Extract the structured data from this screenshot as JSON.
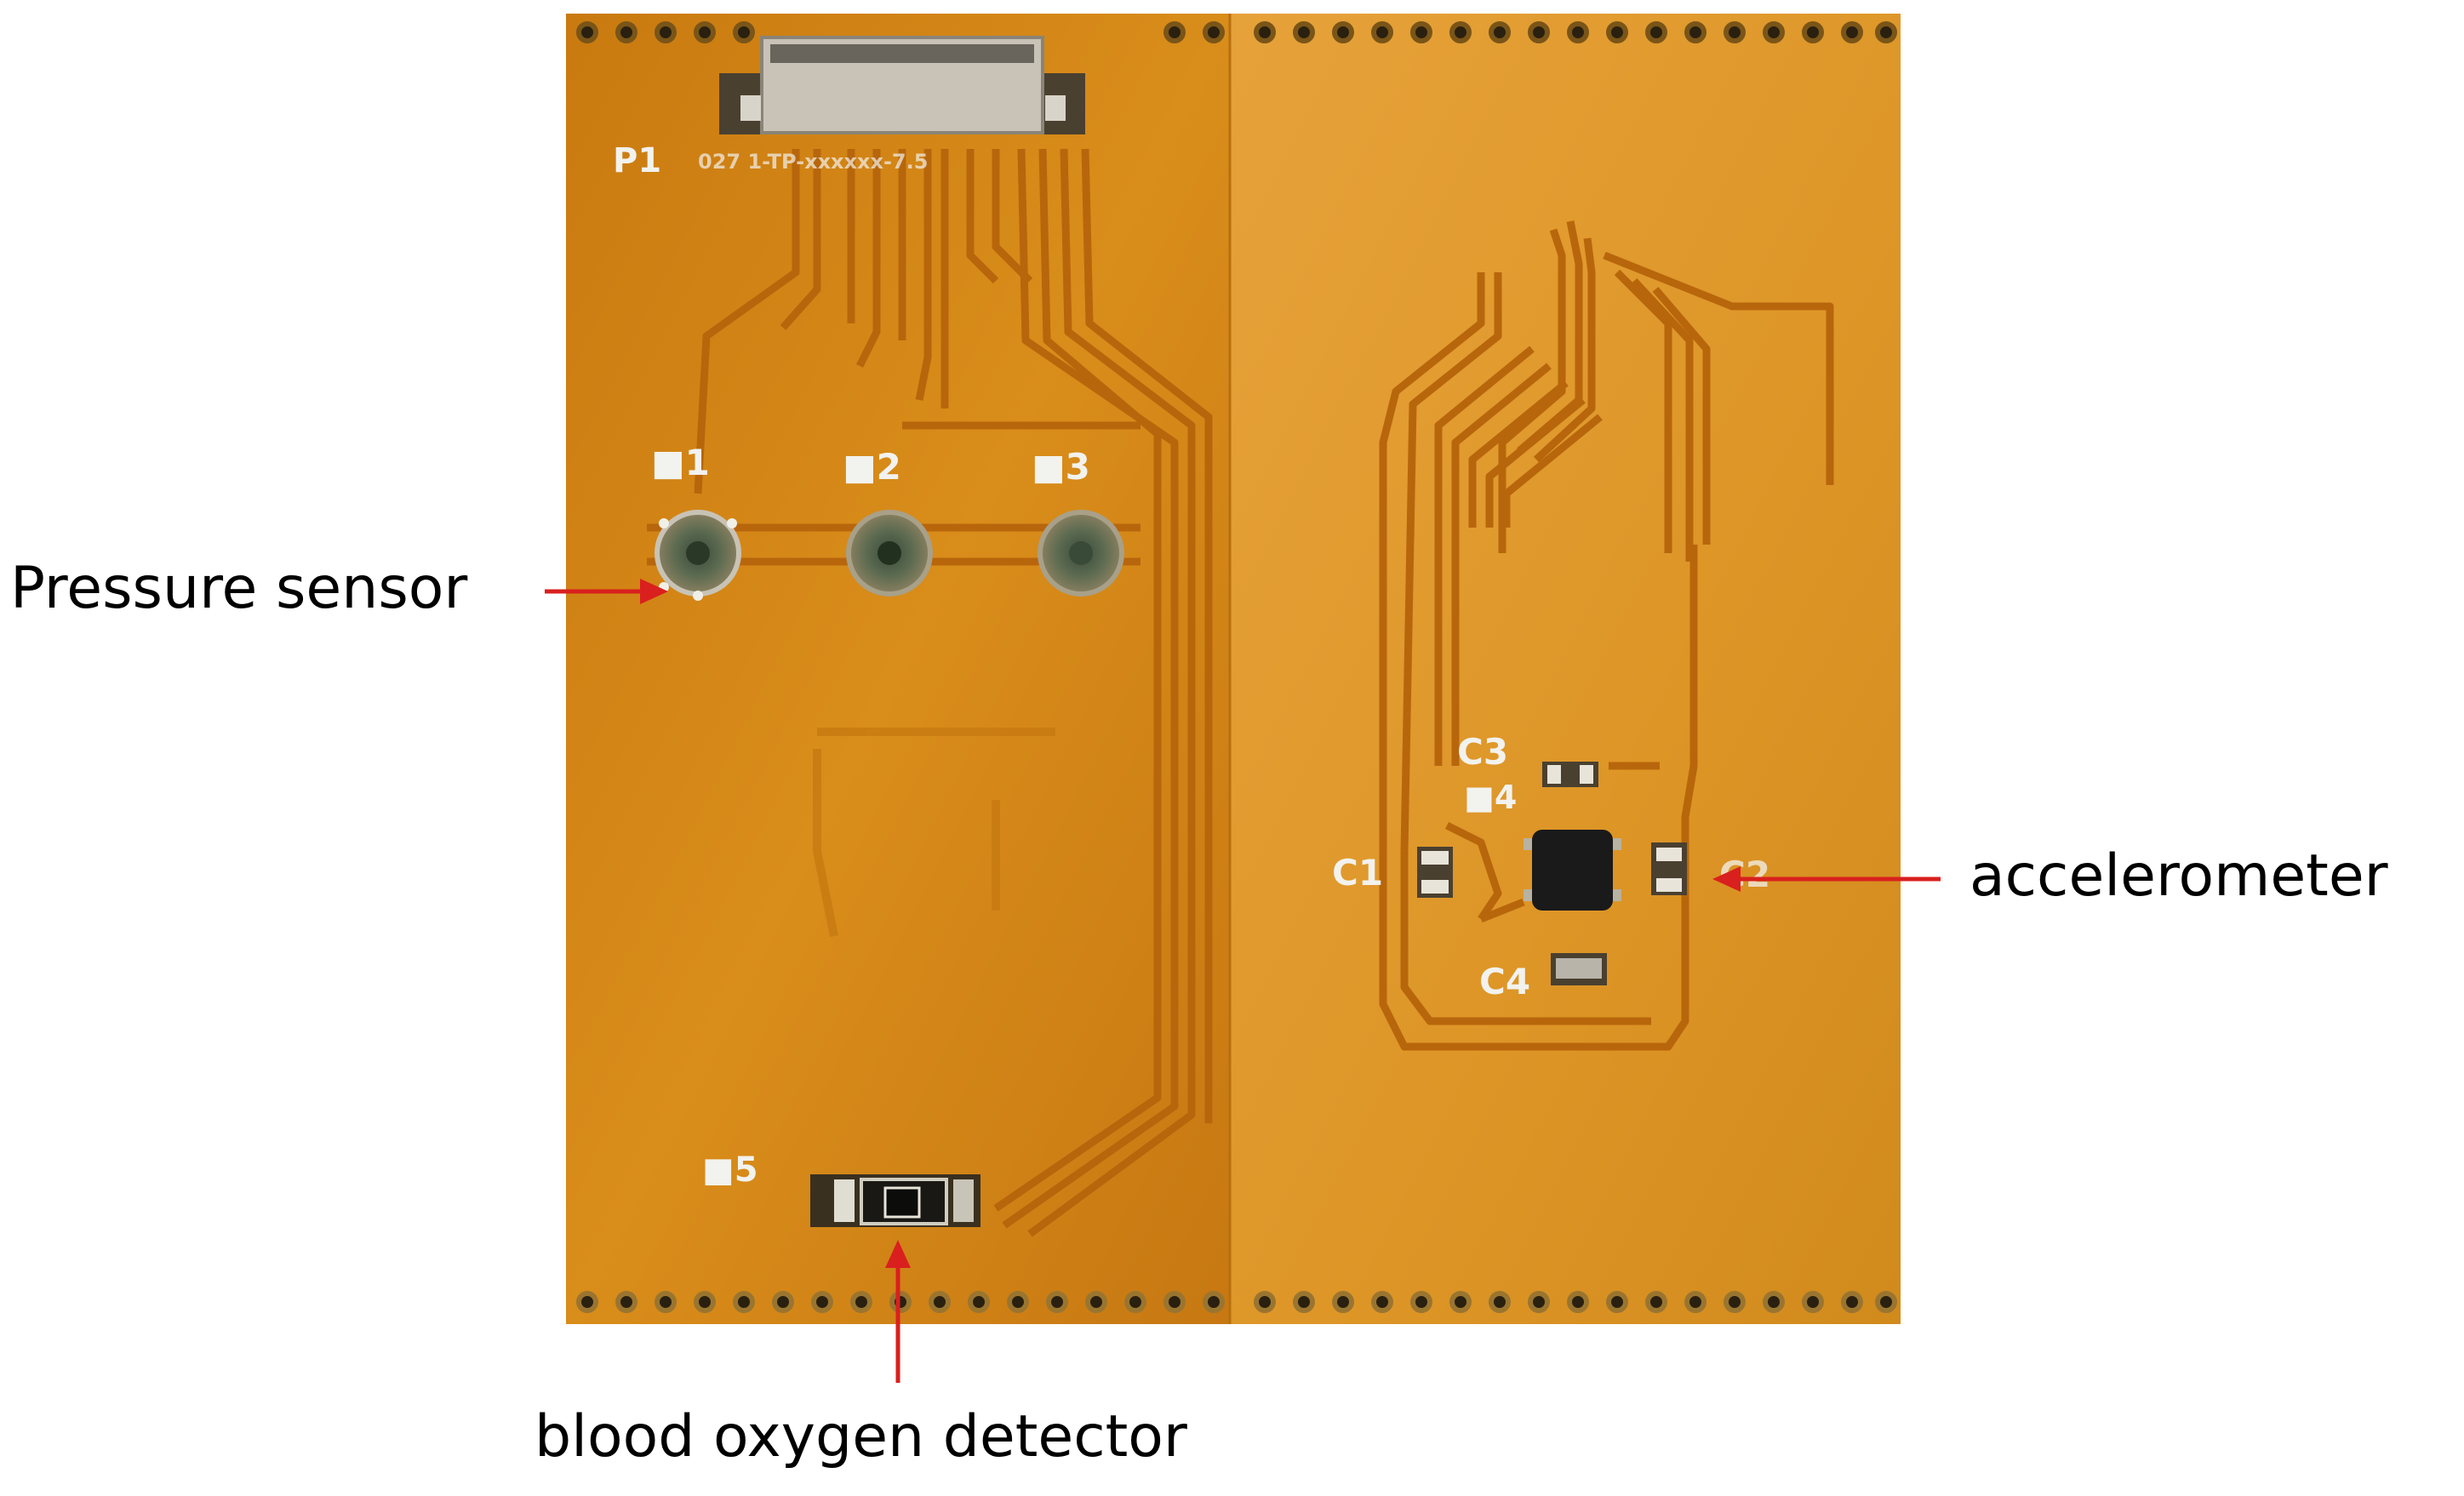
{
  "colors": {
    "board": "#d98d1a",
    "board_light": "#e9a53a",
    "trace": "#c07010",
    "arrow": "#d9201e",
    "text": "#000000",
    "pad": "#2a2010"
  },
  "silkscreen": {
    "connector": "P1",
    "connector_code": "027 1-TP-xxxxxx-7.5",
    "s1": "■1",
    "s2": "■2",
    "s3": "■3",
    "s4": "■4",
    "s5": "■5",
    "c1": "C1",
    "c2": "C2",
    "c3": "C3",
    "c4": "C4"
  },
  "labels": {
    "pressure_sensor": "Pressure sensor",
    "accelerometer": "accelerometer",
    "blood_oxygen_detector": "blood oxygen detector"
  }
}
